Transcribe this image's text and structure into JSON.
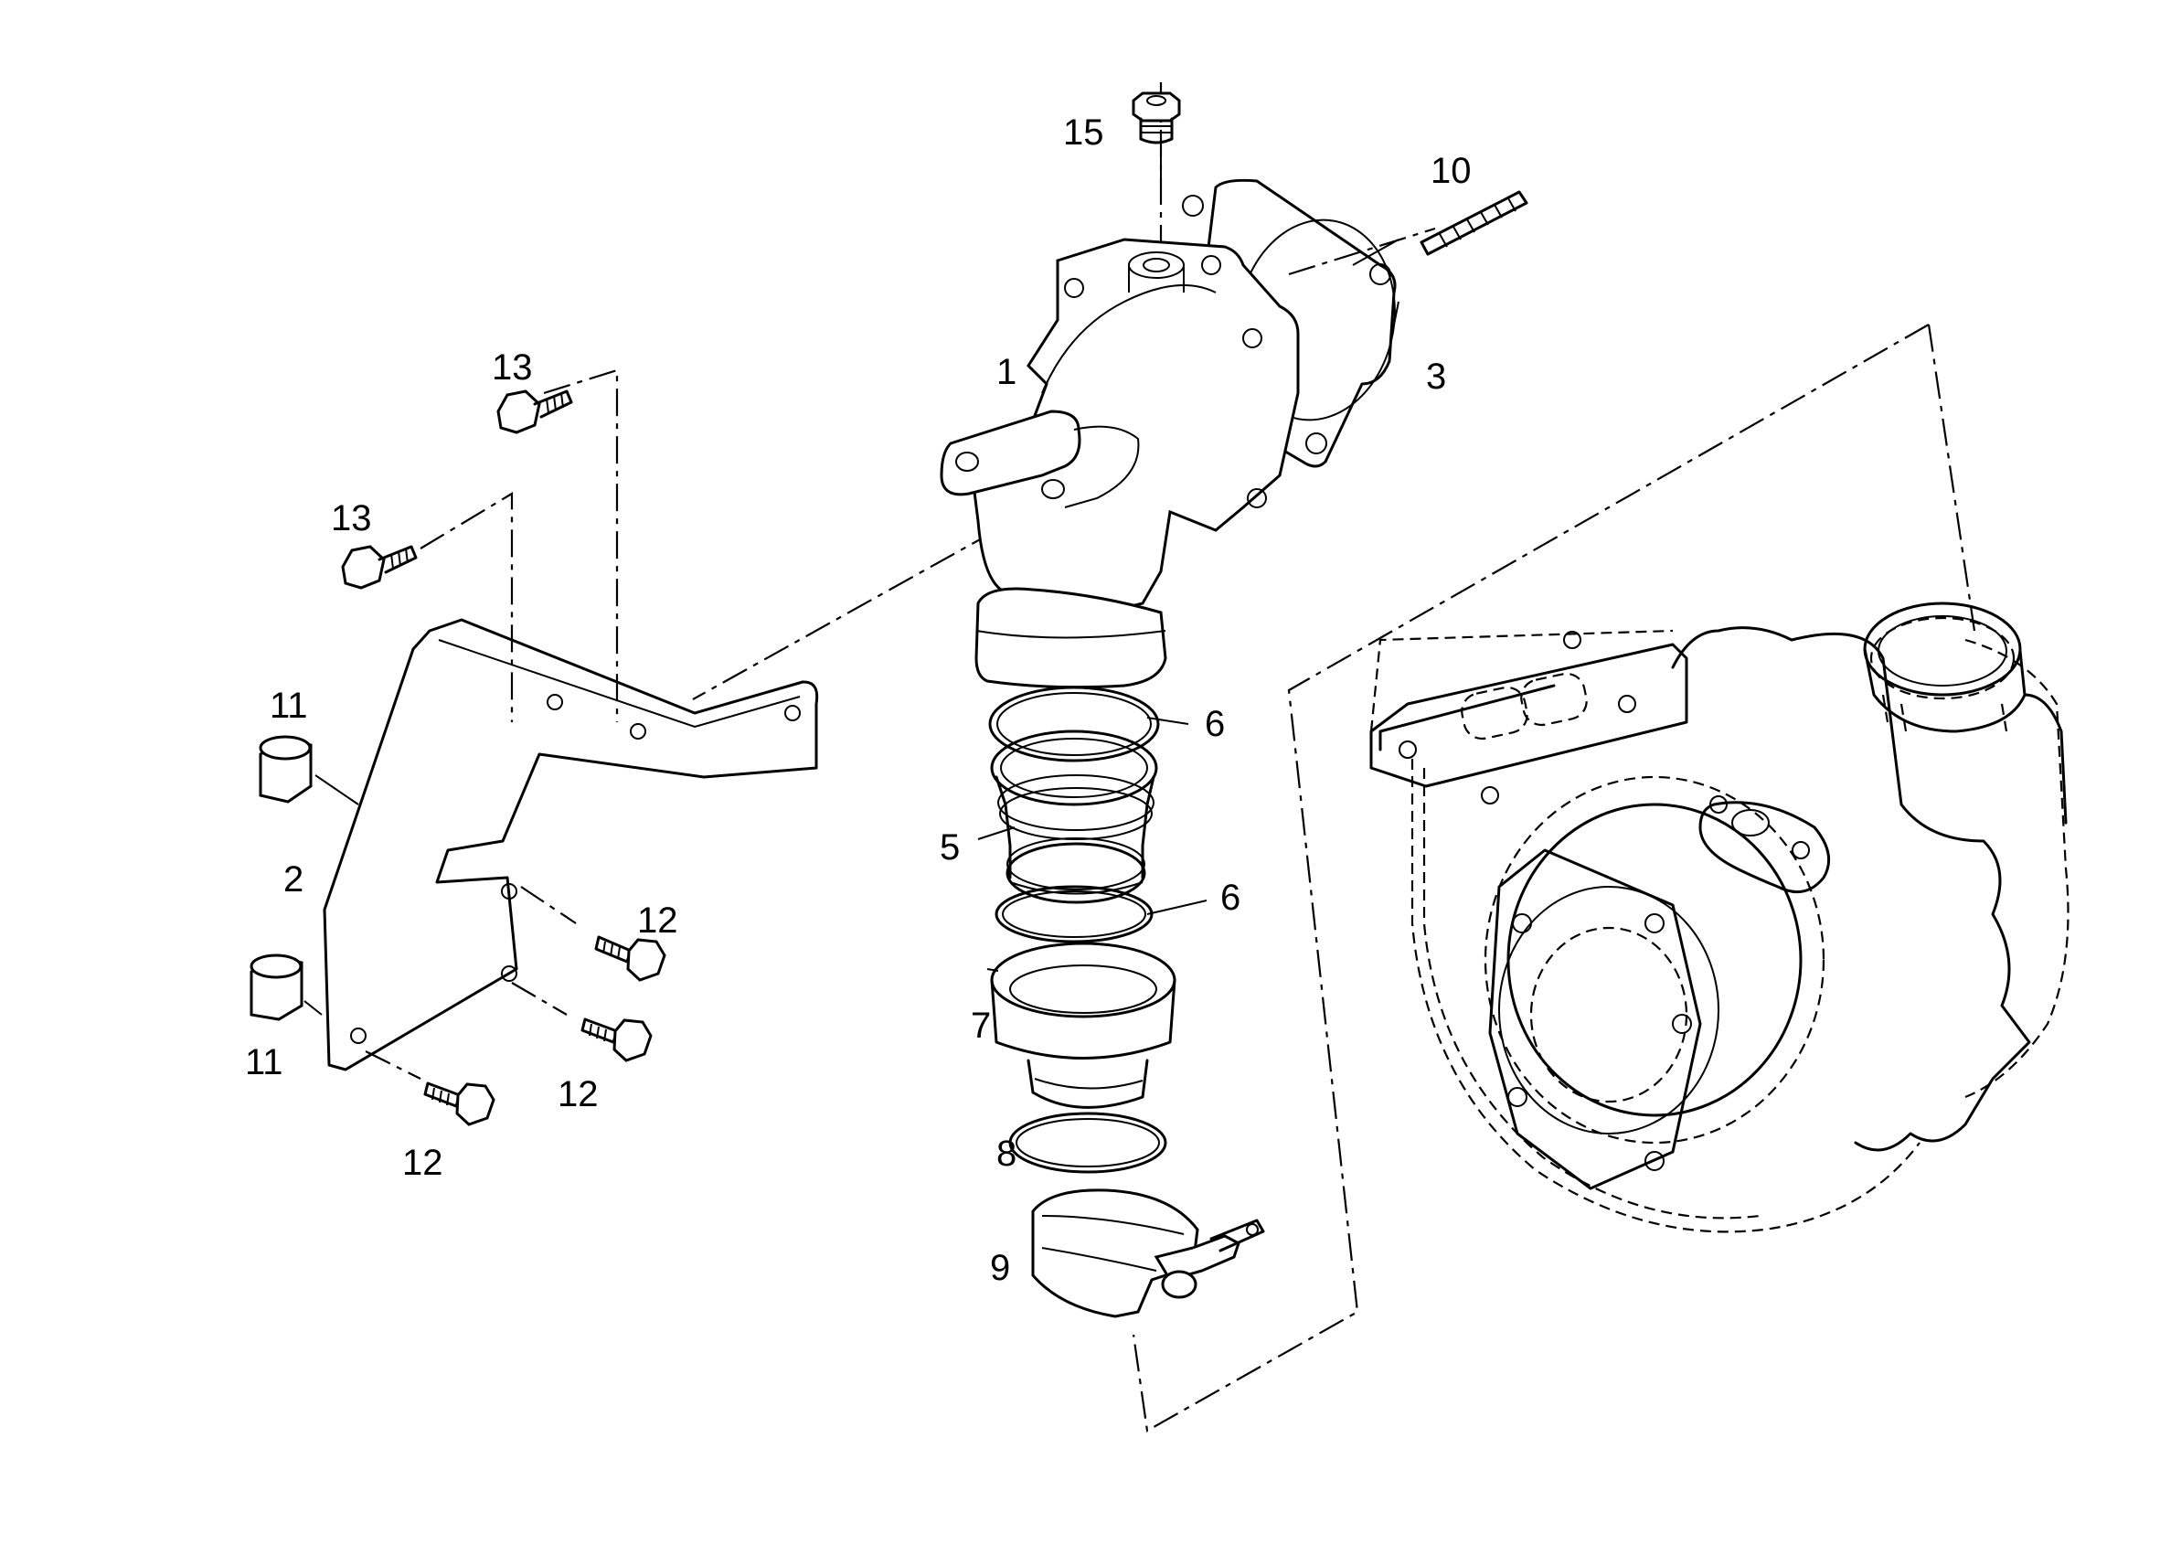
{
  "callouts": {
    "c1": "1",
    "c2": "2",
    "c3": "3",
    "c5": "5",
    "c6a": "6",
    "c6b": "6",
    "c7": "7",
    "c8": "8",
    "c9": "9",
    "c10": "10",
    "c11a": "11",
    "c11b": "11",
    "c12a": "12",
    "c12b": "12",
    "c12c": "12",
    "c13a": "13",
    "c13b": "13",
    "c15": "15"
  }
}
